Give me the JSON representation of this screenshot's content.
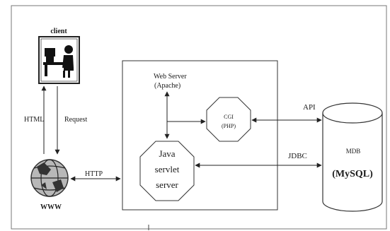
{
  "diagram": {
    "client_label": "client",
    "www_label": "WWW",
    "html_label": "HTML",
    "request_label": "Request",
    "http_label": "HTTP",
    "web_server_label": "Web Server",
    "apache_label": "(Apache)",
    "cgi_label": "CGI",
    "php_label": "(PHP)",
    "api_label": "API",
    "jdbc_label": "JDBC",
    "mdb_label": "MDB",
    "mysql_label": "(MySQL)",
    "java_label": "Java",
    "servlet_label": "servlet",
    "server_label": "server"
  },
  "icons": {
    "client": "computer-user-icon",
    "www": "globe-icon",
    "database": "database-cylinder-icon"
  },
  "colors": {
    "stroke": "#333333",
    "text": "#1a1a1a",
    "background": "#ffffff"
  }
}
